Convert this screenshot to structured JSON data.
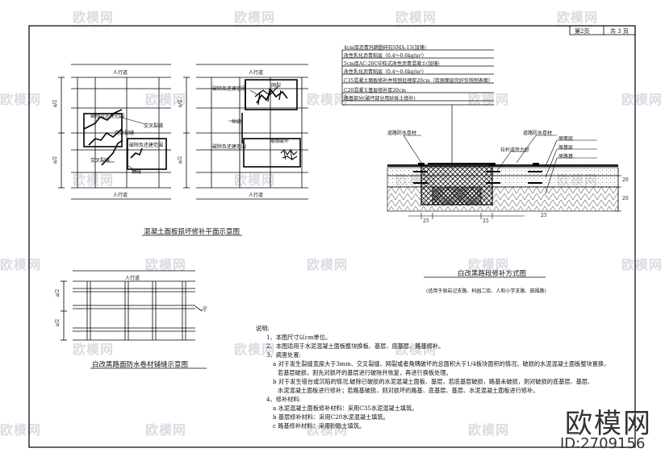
{
  "page_info": {
    "page": "第2页",
    "total": "共 3 页"
  },
  "plan1": {
    "title": "混凝土面板损坏修补平面示意图",
    "sidewalk": "人行道",
    "dim_a2": "a/2",
    "labels": {
      "break_remove_a": "破除及还建范围",
      "cross_crack_a": "交叉裂缝",
      "cross_crack_b": "交叉裂缝",
      "break_remove_b": "破除及还建范围",
      "trans_crack": "横缝",
      "break_remove_c": "破除及还建范围",
      "net_crack": "网裂",
      "long_crack": "纵缝",
      "break_remove_d": "破除及还建范围",
      "corner_break": "角隅破坏"
    }
  },
  "plan2": {
    "title": "白改黑路面防水卷材铺缝示意图",
    "sidewalk": "人行道",
    "dim_a2": "a/2",
    "dim_50": "50"
  },
  "section": {
    "title": "白改黑路段修补方式图",
    "subtitle": "(适用于周岩记支路、科园二街、人和小学支路、田福路)",
    "layers": [
      "4cm厚沥青玛蹄脂碎石SMA-13(加铺)",
      "改性乳化沥青粘层（0.4～0.6kg/m²）",
      "5cm厚AC-20C中粒式改性沥青混凝土(加铺)",
      "改性乳化沥青粘层（0.4～0.6kg/m²）",
      "C35混凝土面板修补并铣刨处理厚20cm（若原面层完好仅铣刨表面）",
      "C20混凝土基层修补厚20cm",
      "路基部分(破坏部分用砂砾土修补)"
    ],
    "membrane_left": "道路防水卷材",
    "membrane_right": "道路防水卷材",
    "tie_bar": "拉杆或传力杆",
    "legend": [
      "原面层",
      "原基层",
      "原路基"
    ],
    "dims": {
      "d25": "25",
      "d20": "20"
    }
  },
  "notes": {
    "heading": "说明:",
    "lines": [
      "1、本图尺寸以cm单位。",
      "2、本图适用于水泥混凝土面板整块换板、基层、底基层、路基修补。",
      "3、病害处置:",
      "a 对于发生裂缝宽度大于3mm、交叉裂缝、网裂或者角隅破坏的总面积大于1/4板块面积的情况，破损的水泥混凝土面板整块置换，",
      "若基层破损，则先对损坏的基层进行破除并恢复，再进行换板处理。",
      "b 对于发生错台或沉陷的情况,破除已破损的水泥混凝土面板、基层，若底基层破损，路基未破损，则对破损的底基层、基层、",
      "水泥混凝土面板进行修补；若路基破损，则对损坏的路基、底基层、基层、水泥混凝土面板进行修补。",
      "4、修补材料:",
      "a 水泥混凝土面板修补材料：采用C35水泥混凝土填筑。",
      "b 基层修补材料：采用C20水泥混凝土填筑。",
      "c 路基修补材料：采用砂砾土填筑。"
    ]
  },
  "watermark": {
    "text": "欧模网",
    "url": "www.om.cn"
  },
  "brand": {
    "name": "欧模网",
    "id": "ID:2709156"
  }
}
